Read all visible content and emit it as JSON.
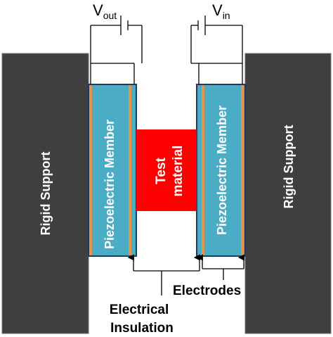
{
  "voltages": {
    "out": {
      "base": "V",
      "sub": "out"
    },
    "in": {
      "base": "V",
      "sub": "in"
    }
  },
  "blocks": {
    "left_support": "Rigid  Support",
    "right_support": "Rigid  Support",
    "left_piezo": "Piezoelectric Member",
    "right_piezo": "Piezoelectric Member",
    "test_line1": "Test",
    "test_line2": "material"
  },
  "labels": {
    "electrodes": "Electrodes",
    "insulation_line1": "Electrical",
    "insulation_line2": "Insulation"
  },
  "colors": {
    "support": "#3f3f3f",
    "piezo": "#4bacc6",
    "piezo_border": "#1f3b63",
    "electrode": "#e39448",
    "test_material": "#ff0000"
  }
}
